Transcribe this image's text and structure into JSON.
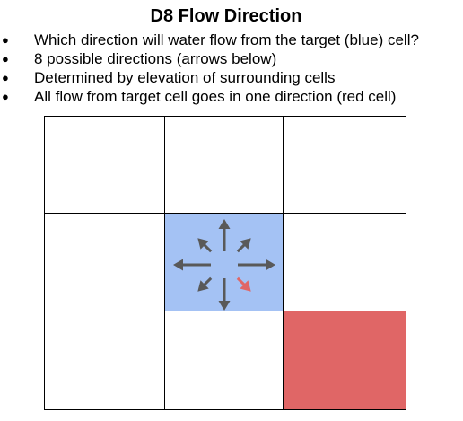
{
  "title": "D8 Flow Direction",
  "bullets": [
    "Which direction will water flow from the target (blue) cell?",
    "8 possible directions (arrows below)",
    "Determined by elevation of surrounding cells",
    "All flow from target cell goes in one direction (red cell)"
  ],
  "bullet_glyph": "●",
  "colors": {
    "target_cell": "#a4c2f4",
    "flow_cell": "#e06666",
    "arrow": "#595959",
    "flow_arrow": "#e06666",
    "grid_line": "#000000"
  },
  "grid": {
    "rows": 3,
    "cols": 3,
    "target_cell": "center",
    "flow_cell": "bottom-right"
  },
  "arrows": [
    {
      "direction": "north-west",
      "highlighted": false
    },
    {
      "direction": "north",
      "highlighted": false
    },
    {
      "direction": "north-east",
      "highlighted": false
    },
    {
      "direction": "west",
      "highlighted": false
    },
    {
      "direction": "east",
      "highlighted": false
    },
    {
      "direction": "south-west",
      "highlighted": false
    },
    {
      "direction": "south",
      "highlighted": false
    },
    {
      "direction": "south-east",
      "highlighted": true
    }
  ]
}
